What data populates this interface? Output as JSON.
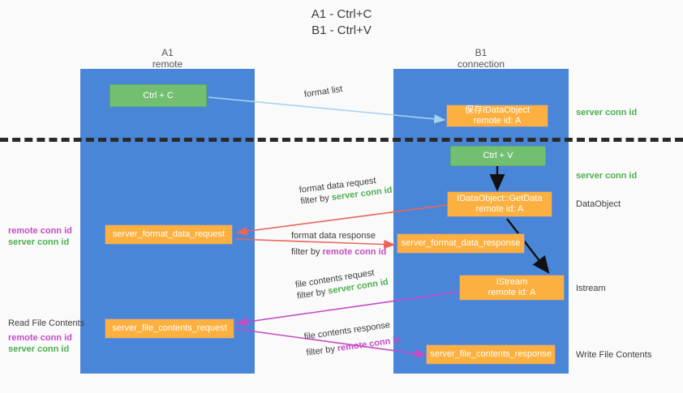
{
  "title": {
    "line1": "A1 - Ctrl+C",
    "line2": "B1 - Ctrl+V"
  },
  "columns": [
    {
      "name": "A1",
      "sub": "remote"
    },
    {
      "name": "B1",
      "sub": "connection"
    }
  ],
  "nodes": {
    "ctrl_c": {
      "label": "Ctrl + C"
    },
    "ctrl_v": {
      "label": "Ctrl + V"
    },
    "save_idataobject": {
      "line1": "保存IDataObject",
      "line2": "remote id: A"
    },
    "getdata": {
      "line1": "IDataObject::GetData",
      "line2": "remote id: A"
    },
    "istream": {
      "line1": "IStream",
      "line2": "remote id: A"
    },
    "server_format_data_request": {
      "label": "server_format_data_request"
    },
    "server_format_data_response": {
      "label": "server_format_data_response"
    },
    "server_file_contents_request": {
      "label": "server_file_contents_request"
    },
    "server_file_contents_response": {
      "label": "server_file_contents_response"
    }
  },
  "edges": {
    "format_list": {
      "label": "format list"
    },
    "format_data_request": {
      "line1": "format data request",
      "filter_prefix": "filter by ",
      "filter_value": "server conn id"
    },
    "format_data_response": {
      "line1": "format data response",
      "filter_prefix": "filter by ",
      "filter_value": "remote conn id"
    },
    "file_contents_request": {
      "line1": "file contents request",
      "filter_prefix": "filter by ",
      "filter_value": "server conn id"
    },
    "file_contents_response": {
      "line1": "file contents response",
      "filter_prefix": "filter by ",
      "filter_value": "remote conn id"
    }
  },
  "right_labels": {
    "server_conn_id_top": "server conn id",
    "server_conn_id_mid": "server conn id",
    "dataobject": "DataObject",
    "istream": "Istream",
    "write_file_contents": "Write File Contents"
  },
  "left_labels": {
    "remote_conn_id_1": "remote conn id",
    "server_conn_id_1": "server conn id",
    "read_file_contents": "Read File Contents",
    "remote_conn_id_2": "remote conn id",
    "server_conn_id_2": "server conn id"
  },
  "colors": {
    "lane": "#4a86d8",
    "green_node": "#73bf72",
    "orange_node": "#fbb03f",
    "arrow_light_blue": "#a8d2ef",
    "arrow_red": "#e8645c",
    "arrow_magenta": "#c44bc4",
    "arrow_black": "#111111",
    "green_text": "#4caf50",
    "magenta_text": "#c44bc4",
    "background": "#fafafa"
  }
}
